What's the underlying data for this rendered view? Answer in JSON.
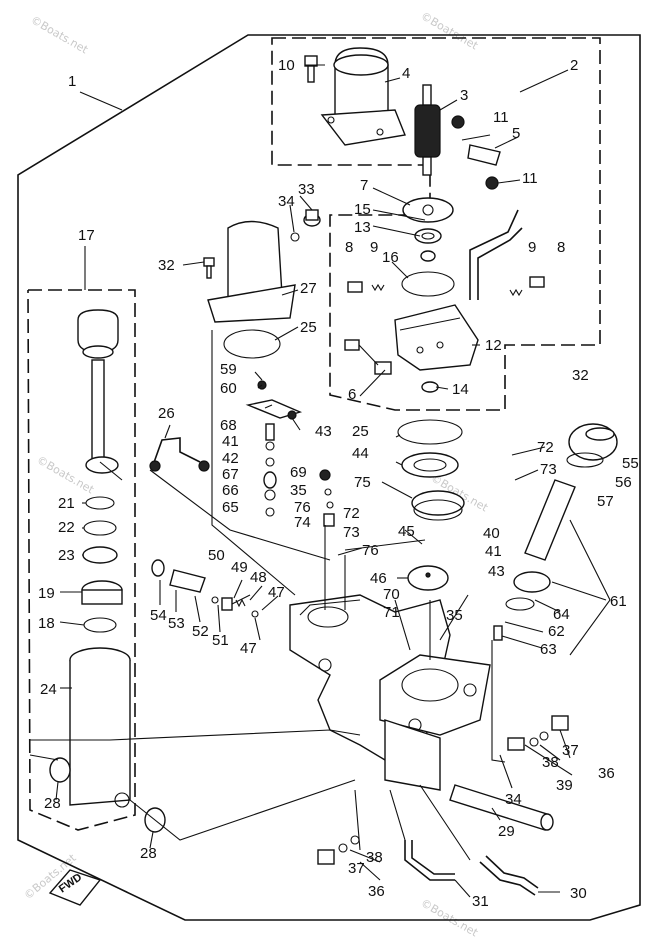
{
  "watermark": "©Boats.net",
  "direction_marker": "FWD",
  "callouts": [
    "1",
    "2",
    "3",
    "4",
    "5",
    "6",
    "7",
    "8",
    "9",
    "10",
    "11",
    "12",
    "13",
    "14",
    "15",
    "16",
    "17",
    "18",
    "19",
    "21",
    "22",
    "23",
    "24",
    "25",
    "26",
    "27",
    "28",
    "29",
    "30",
    "31",
    "32",
    "33",
    "34",
    "35",
    "36",
    "37",
    "38",
    "39",
    "40",
    "41",
    "42",
    "43",
    "44",
    "45",
    "46",
    "47",
    "48",
    "49",
    "50",
    "51",
    "52",
    "53",
    "54",
    "55",
    "56",
    "57",
    "59",
    "60",
    "61",
    "62",
    "63",
    "64",
    "65",
    "66",
    "67",
    "68",
    "69",
    "70",
    "71",
    "72",
    "73",
    "74",
    "75",
    "76"
  ]
}
